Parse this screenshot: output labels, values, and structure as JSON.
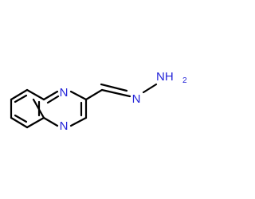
{
  "molecule": {
    "atoms": {
      "n1": "N",
      "n4": "N",
      "n_hydrazone": "N",
      "nh2_main": "NH",
      "nh2_sub": "2"
    },
    "colors": {
      "bond": "#000000",
      "nitrogen": "#2323d8",
      "background": "#ffffff"
    }
  }
}
